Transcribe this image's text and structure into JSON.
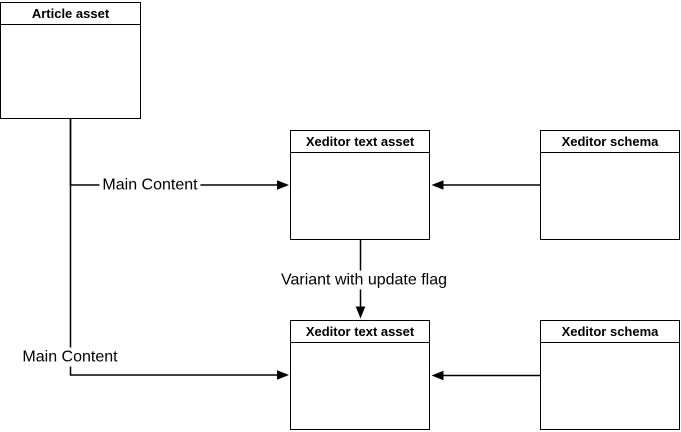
{
  "diagram": {
    "background_color": "#ffffff",
    "stroke_color": "#000000",
    "fill_color": "#ffffff",
    "nodes": [
      {
        "title": "Article asset"
      },
      {
        "title": "Xeditor text asset"
      },
      {
        "title": "Xeditor schema"
      },
      {
        "title": "Xeditor text asset"
      },
      {
        "title": "Xeditor schema"
      }
    ],
    "edges": [
      {
        "from": "Article asset",
        "to": "Xeditor text asset (top)",
        "label": "Main Content",
        "direction": "right"
      },
      {
        "from": "Article asset",
        "to": "Xeditor text asset (bottom)",
        "label": "Main Content",
        "direction": "right"
      },
      {
        "from": "Xeditor text asset (top)",
        "to": "Xeditor text asset (bottom)",
        "label": "Variant with update flag",
        "direction": "down"
      },
      {
        "from": "Xeditor schema (top)",
        "to": "Xeditor text asset (top)",
        "label": "",
        "direction": "left"
      },
      {
        "from": "Xeditor schema (bottom)",
        "to": "Xeditor text asset (bottom)",
        "label": "",
        "direction": "left"
      }
    ]
  }
}
